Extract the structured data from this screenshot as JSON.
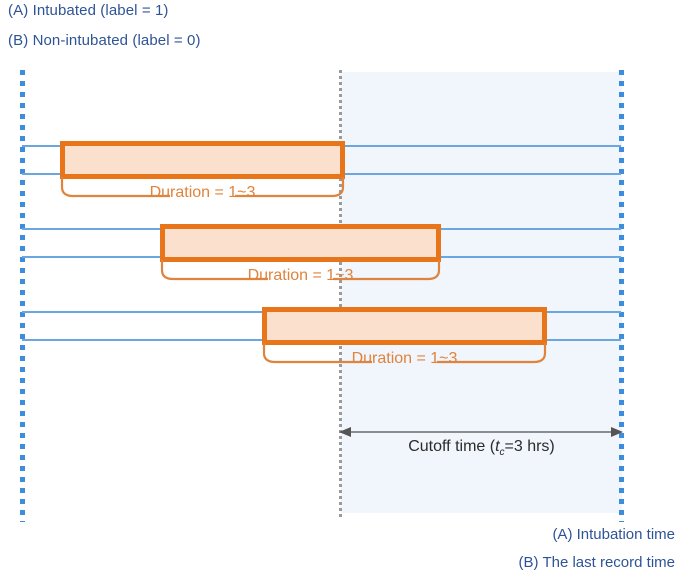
{
  "header": {
    "line_a": "(A) Intubated (label = 1)",
    "line_b": "(B) Non-intubated (label = 0)"
  },
  "footer": {
    "line_a": "(A) Intubation time",
    "line_b": "(B) The last record time"
  },
  "rows": [
    {
      "duration_label": "Duration = 1~3"
    },
    {
      "duration_label": "Duration = 1~3"
    },
    {
      "duration_label": "Duration = 1~3"
    }
  ],
  "cutoff": {
    "label_prefix": "Cutoff time (",
    "label_symbol": "t",
    "label_symbol_sub": "c",
    "label_suffix": "=3 hrs)"
  },
  "colors": {
    "legend_blue": "#2f5496",
    "row_blue": "#6aa6e0",
    "boundary_dot_blue": "#3c8dde",
    "bar_border_orange": "#e8751a",
    "bar_fill_orange": "#fbe0cd",
    "duration_text_orange": "#e0833c",
    "cutoff_band": "#f1f5fc",
    "cutoff_line_gray": "#9a9a9a",
    "arrow_gray": "#6b6b6b"
  }
}
